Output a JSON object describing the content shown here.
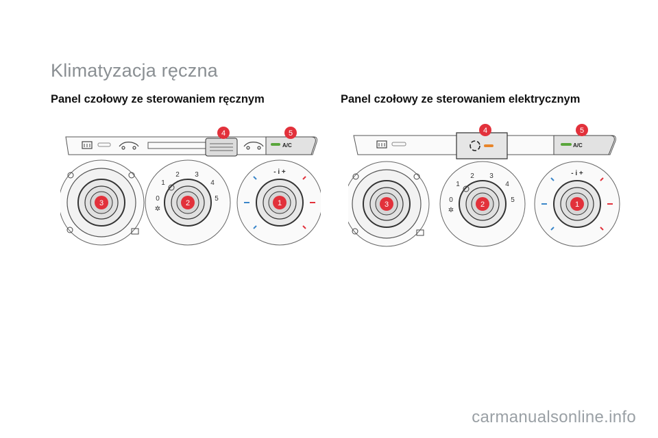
{
  "page": {
    "title": "Klimatyzacja ręczna",
    "watermark": "carmanualsonline.info"
  },
  "panels": [
    {
      "heading": "Panel czołowy ze sterowaniem ręcznym",
      "ac_label": "A/C",
      "dials": {
        "fan": {
          "markers": [
            "1",
            "2",
            "3",
            "4",
            "0",
            "5"
          ]
        },
        "temp": {
          "marker": "-  i  +"
        }
      },
      "callouts": [
        "1",
        "2",
        "3",
        "4",
        "5"
      ]
    },
    {
      "heading": "Panel czołowy ze sterowaniem elektrycznym",
      "ac_label": "A/C",
      "dials": {
        "fan": {
          "markers": [
            "1",
            "2",
            "3",
            "4",
            "0",
            "5"
          ]
        },
        "temp": {
          "marker": "-  i  +"
        }
      },
      "callouts": [
        "1",
        "2",
        "3",
        "4",
        "5"
      ]
    }
  ],
  "colors": {
    "callout": "#e2313b",
    "hot": "#e2313b",
    "cold": "#3a86c9",
    "ac_led": "#5aa63c",
    "recirc_led": "#e8852a",
    "line": "#444444"
  }
}
